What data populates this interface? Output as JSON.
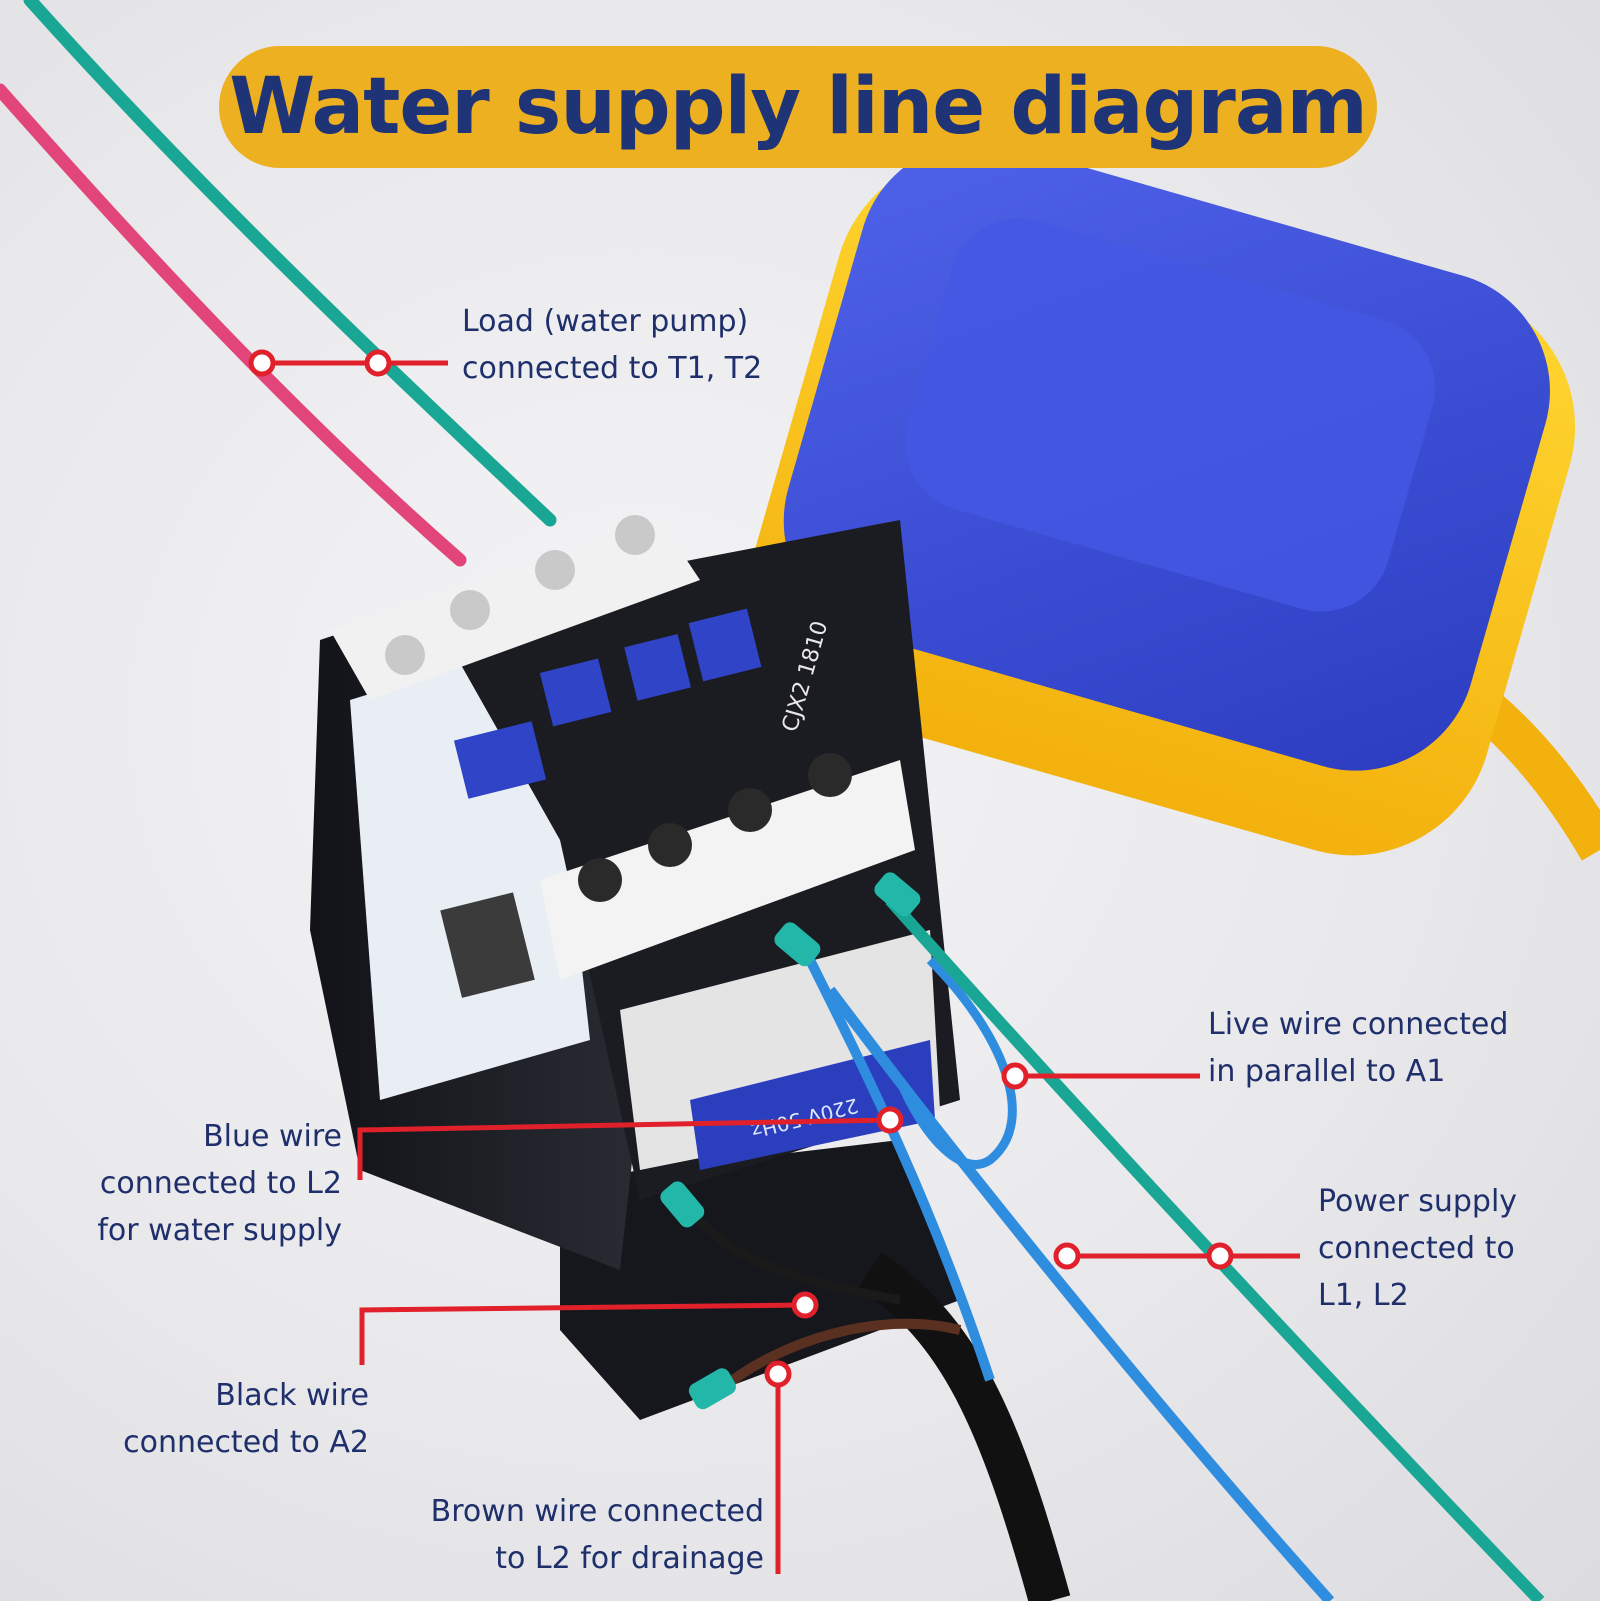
{
  "title": "Water supply line diagram",
  "labels": {
    "load": [
      "Load (water pump)",
      "connected to T1, T2"
    ],
    "live": [
      "Live wire connected",
      "in parallel to A1"
    ],
    "power": [
      "Power supply",
      "connected to",
      "L1, L2"
    ],
    "blue": [
      "Blue wire",
      "connected to L2",
      "for water supply"
    ],
    "black": [
      "Black wire",
      "connected to A2"
    ],
    "brown": [
      "Brown wire connected",
      "to L2 for drainage"
    ]
  },
  "device_text": {
    "model": "CJX2 1810",
    "coil": "220V 50Hz"
  },
  "colors": {
    "title_bg": "#edb020",
    "title_text": "#1f3377",
    "label_text": "#1f2f6b",
    "callout": "#e0202a",
    "float_body": "#3a4fd8",
    "float_rim": "#f6c21a"
  }
}
